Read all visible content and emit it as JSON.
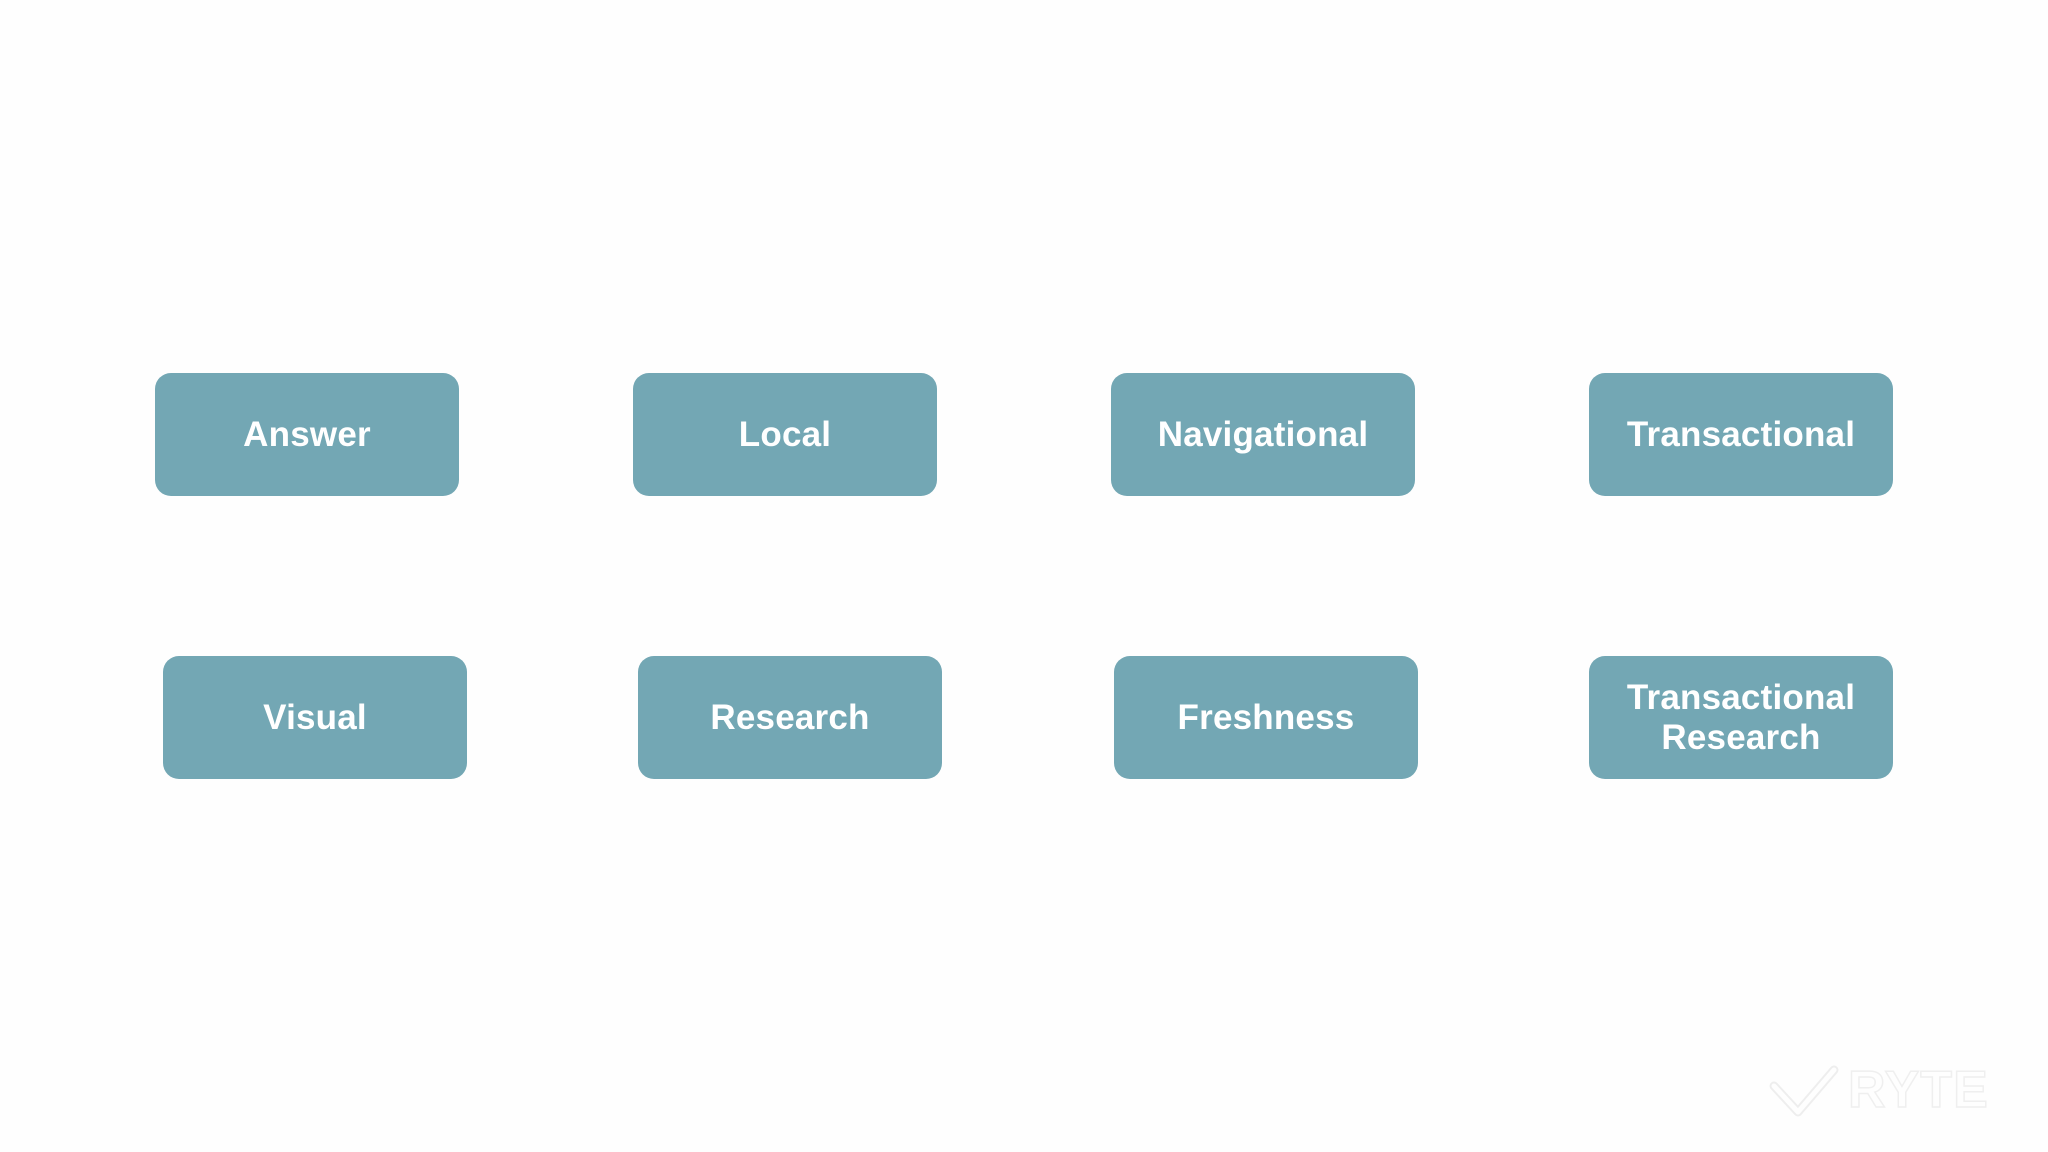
{
  "diagram": {
    "boxes": [
      {
        "label": "Answer"
      },
      {
        "label": "Local"
      },
      {
        "label": "Navigational"
      },
      {
        "label": "Transactional"
      },
      {
        "label": "Visual"
      },
      {
        "label": "Research"
      },
      {
        "label": "Freshness"
      },
      {
        "label": "Transactional Research"
      }
    ],
    "box_color": "#73a7b4",
    "text_color": "#ffffff",
    "background_color": "#fefefe"
  },
  "watermark": {
    "text": "RYTE",
    "icon": "ryte-logo-icon"
  }
}
